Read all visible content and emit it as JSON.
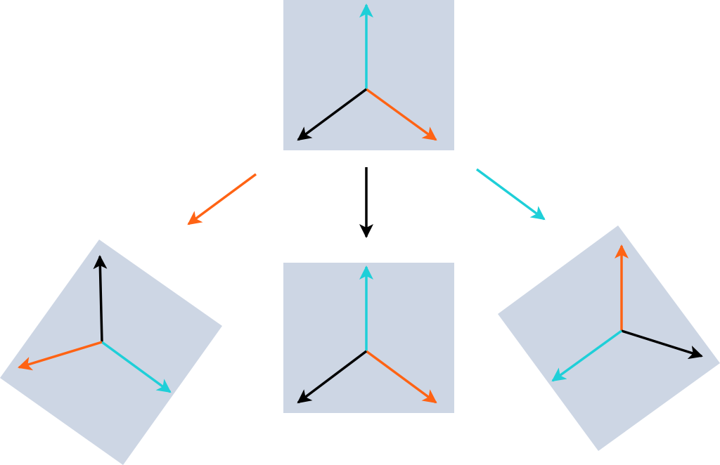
{
  "colors": {
    "panel": "#cdd6e4",
    "cyan": "#1ecfd8",
    "orange": "#ff6314",
    "black": "#000000",
    "background": "#ffffff"
  },
  "diagram": {
    "panels": [
      {
        "id": "top",
        "axes": [
          "cyan",
          "orange",
          "black"
        ]
      },
      {
        "id": "left",
        "axes": [
          "black",
          "cyan",
          "orange"
        ]
      },
      {
        "id": "center",
        "axes": [
          "cyan",
          "orange",
          "black"
        ]
      },
      {
        "id": "right",
        "axes": [
          "orange",
          "black",
          "cyan"
        ]
      }
    ],
    "connectors": [
      "orange",
      "black",
      "cyan"
    ]
  }
}
